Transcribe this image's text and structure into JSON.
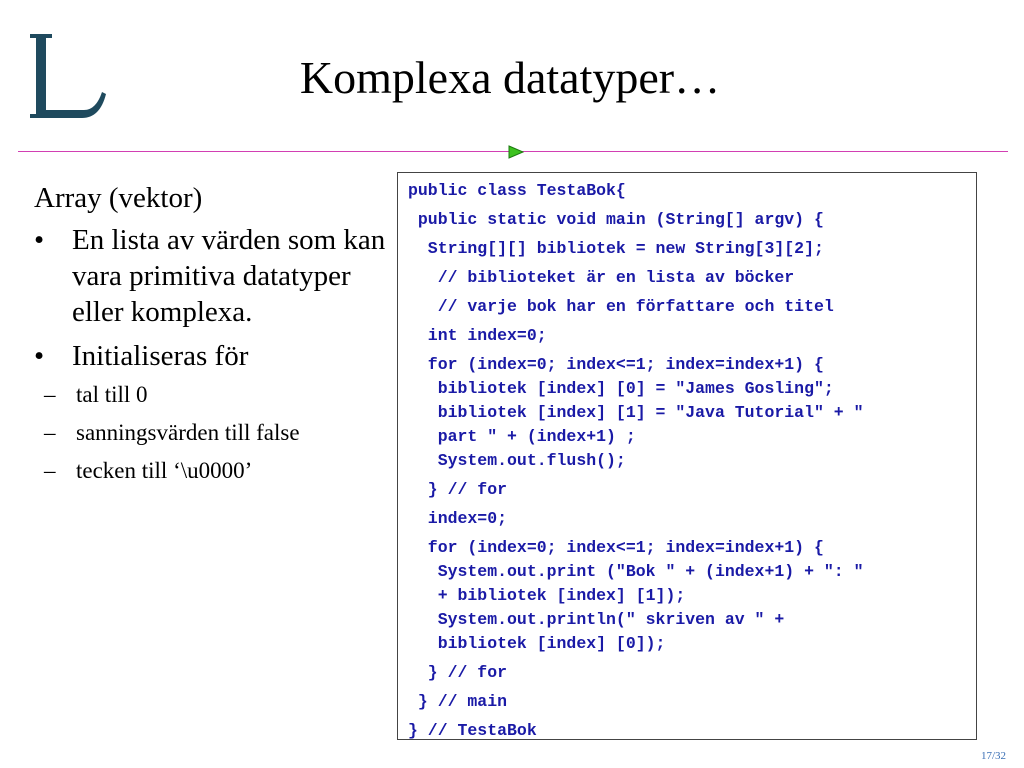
{
  "slide": {
    "title": "Komplexa datatyper…",
    "page": "17/32",
    "colors": {
      "rule": "#d23fb3",
      "arrow": "#3cc21f",
      "code": "#1a1aa6",
      "logo": "#1f4a5e"
    }
  },
  "left": {
    "heading": "Array (vektor)",
    "bullets": [
      {
        "text": "En lista av värden som kan vara primitiva datatyper eller komplexa."
      },
      {
        "text": "Initialiseras för",
        "sub": [
          "tal till 0",
          "sanningsvärden till false",
          "tecken till ‘\\u0000’"
        ]
      }
    ]
  },
  "code": {
    "lines": [
      "public class TestaBok{",
      " public static void main (String[] argv) {",
      "  String[][] bibliotek = new String[3][2];",
      "   // biblioteket är en lista av böcker",
      "   // varje bok har en författare och titel",
      "  int index=0;",
      "  for (index=0; index<=1; index=index+1) {",
      "   bibliotek [index] [0] = \"James Gosling\";",
      "   bibliotek [index] [1] = \"Java Tutorial\" + \"",
      "   part \" + (index+1) ;",
      "   System.out.flush();",
      "  } // for",
      "  index=0;",
      "  for (index=0; index<=1; index=index+1) {",
      "   System.out.print (\"Bok \" + (index+1) + \": \"",
      "   + bibliotek [index] [1]);",
      "   System.out.println(\" skriven av \" +",
      "   bibliotek [index] [0]);",
      "  } // for",
      " } // main",
      "} // TestaBok"
    ]
  }
}
